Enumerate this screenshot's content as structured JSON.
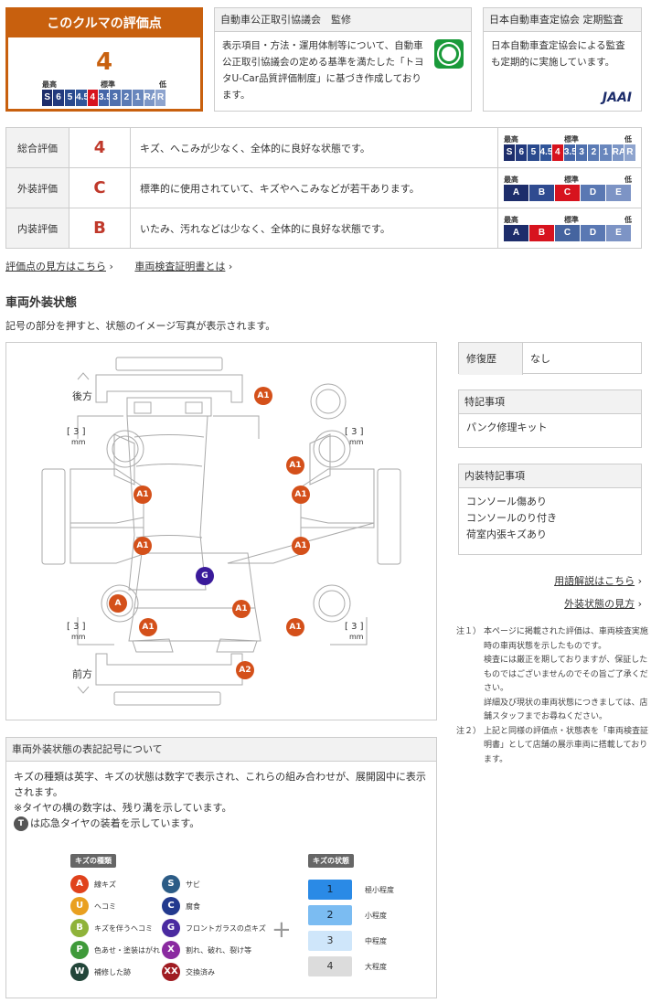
{
  "score_card": {
    "title": "このクルマの評価点",
    "score": "4",
    "scale_labels": {
      "high": "最高",
      "mid": "標準",
      "low": "低"
    }
  },
  "overall_scale": [
    {
      "t": "S",
      "c": "#1d2d6b"
    },
    {
      "t": "6",
      "c": "#233a7e"
    },
    {
      "t": "5",
      "c": "#2a4a8e"
    },
    {
      "t": "4.5",
      "c": "#31569a"
    },
    {
      "t": "4",
      "c": "#d7131e"
    },
    {
      "t": "3.5",
      "c": "#4566a8"
    },
    {
      "t": "3",
      "c": "#4f70ae"
    },
    {
      "t": "2",
      "c": "#5b7bb5"
    },
    {
      "t": "1",
      "c": "#6987bd"
    },
    {
      "t": "RA",
      "c": "#7c96c6"
    },
    {
      "t": "R",
      "c": "#8ea4ce"
    }
  ],
  "letter_scale_colors": [
    "#1d2d6b",
    "#2f4b90",
    "#45649f",
    "#5a78b3",
    "#7d94c5"
  ],
  "highlight_color": "#d7131e",
  "panel1": {
    "title": "自動車公正取引協議会　監修",
    "body": "表示項目・方法・運用体制等について、自動車公正取引協議会の定める基準を満たした「トヨタU-Car品質評価制度」に基づき作成しております。"
  },
  "panel2": {
    "title": "日本自動車査定協会 定期監査",
    "body": "日本自動車査定協会による監査も定期的に実施しています。",
    "logo": "JAAI"
  },
  "ratings": [
    {
      "label": "総合評価",
      "score": "4",
      "desc": "キズ、へこみが少なく、全体的に良好な状態です。",
      "type": "overall"
    },
    {
      "label": "外装評価",
      "score": "C",
      "desc": "標準的に使用されていて、キズやへこみなどが若干あります。",
      "type": "letter",
      "letters": [
        "A",
        "B",
        "C",
        "D",
        "E"
      ],
      "selected": 2
    },
    {
      "label": "内装評価",
      "score": "B",
      "desc": "いたみ、汚れなどは少なく、全体的に良好な状態です。",
      "type": "letter",
      "letters": [
        "A",
        "B",
        "C",
        "D",
        "E"
      ],
      "selected": 1
    }
  ],
  "links": {
    "how_to_read": "評価点の見方はこちら",
    "certificate": "車両検査証明書とは"
  },
  "section": {
    "title": "車両外装状態",
    "subtitle": "記号の部分を押すと、状態のイメージ写真が表示されます。"
  },
  "diagram": {
    "rear": "後方",
    "front": "前方",
    "tread": "3",
    "unit": "mm",
    "markers": [
      "A1",
      "A1",
      "A1",
      "A1",
      "A1",
      "A1",
      "G",
      "A",
      "A1",
      "A1",
      "A1",
      "A2"
    ]
  },
  "side": {
    "repair_label": "修復歴",
    "repair_value": "なし",
    "special_title": "特記事項",
    "special_body": "パンク修理キット",
    "interior_title": "内装特記事項",
    "interior_items": [
      "コンソール傷あり",
      "コンソールのり付き",
      "荷室内張キズあり"
    ],
    "glossary_link": "用語解説はこちら",
    "exterior_link": "外装状態の見方"
  },
  "notes": [
    {
      "k": "注１）",
      "lines": [
        "本ページに掲載された評価は、車両検査実施時の車両状態を示したものです。",
        "検査には厳正を期しておりますが、保証したものではございませんのでその旨ご了承ください。",
        "詳細及び現状の車両状態につきましては、店舗スタッフまでお尋ねください。"
      ]
    },
    {
      "k": "注２）",
      "lines": [
        "上記と同様の評価点・状態表を「車両検査証明書」として店舗の展示車両に搭載しております。"
      ]
    }
  ],
  "legend": {
    "title": "車両外装状態の表記記号について",
    "desc1": "キズの種類は英字、キズの状態は数字で表示され、これらの組み合わせが、展開図中に表示されます。",
    "desc2": "※タイヤの横の数字は、残り溝を示しています。",
    "spare_icon": "T",
    "desc3": "は応急タイヤの装着を示しています。",
    "types_title": "キズの種類",
    "levels_title": "キズの状態",
    "types": [
      {
        "s": "A",
        "t": "線キズ",
        "c": "#e0421c"
      },
      {
        "s": "U",
        "t": "ヘコミ",
        "c": "#e9a020"
      },
      {
        "s": "B",
        "t": "キズを伴うヘコミ",
        "c": "#8fb33a"
      },
      {
        "s": "P",
        "t": "色あせ・塗装はがれ",
        "c": "#3f9a3a"
      },
      {
        "s": "W",
        "t": "補修した跡",
        "c": "#23463a"
      },
      {
        "s": "S",
        "t": "サビ",
        "c": "#2c5c86"
      },
      {
        "s": "C",
        "t": "腐食",
        "c": "#233a8e"
      },
      {
        "s": "G",
        "t": "フロントガラスの点キズ",
        "c": "#4a2aa0"
      },
      {
        "s": "X",
        "t": "割れ、破れ、裂け等",
        "c": "#8a2aa0"
      },
      {
        "s": "XX",
        "t": "交換済み",
        "c": "#a01c22"
      }
    ],
    "levels": [
      {
        "n": "1",
        "t": "極小程度",
        "c": "#2a8ae6"
      },
      {
        "n": "2",
        "t": "小程度",
        "c": "#7bbcf2"
      },
      {
        "n": "3",
        "t": "中程度",
        "c": "#cfe6fa"
      },
      {
        "n": "4",
        "t": "大程度",
        "c": "#dcdcdc"
      }
    ]
  }
}
